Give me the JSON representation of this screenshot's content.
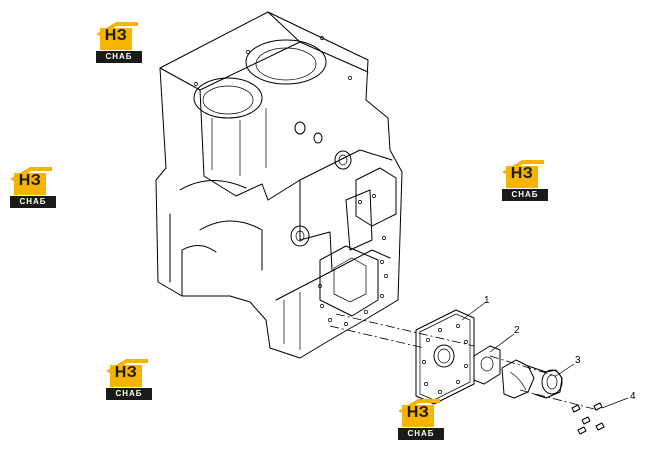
{
  "watermark": {
    "brand": "НЗ",
    "sub": "СНАБ",
    "colors": {
      "roof": "#f5b400",
      "box": "#1a1a1a",
      "text": "#ffffff"
    }
  },
  "callouts": [
    "1",
    "2",
    "3",
    "4"
  ],
  "colors": {
    "line": "#000000",
    "background": "#ffffff"
  }
}
